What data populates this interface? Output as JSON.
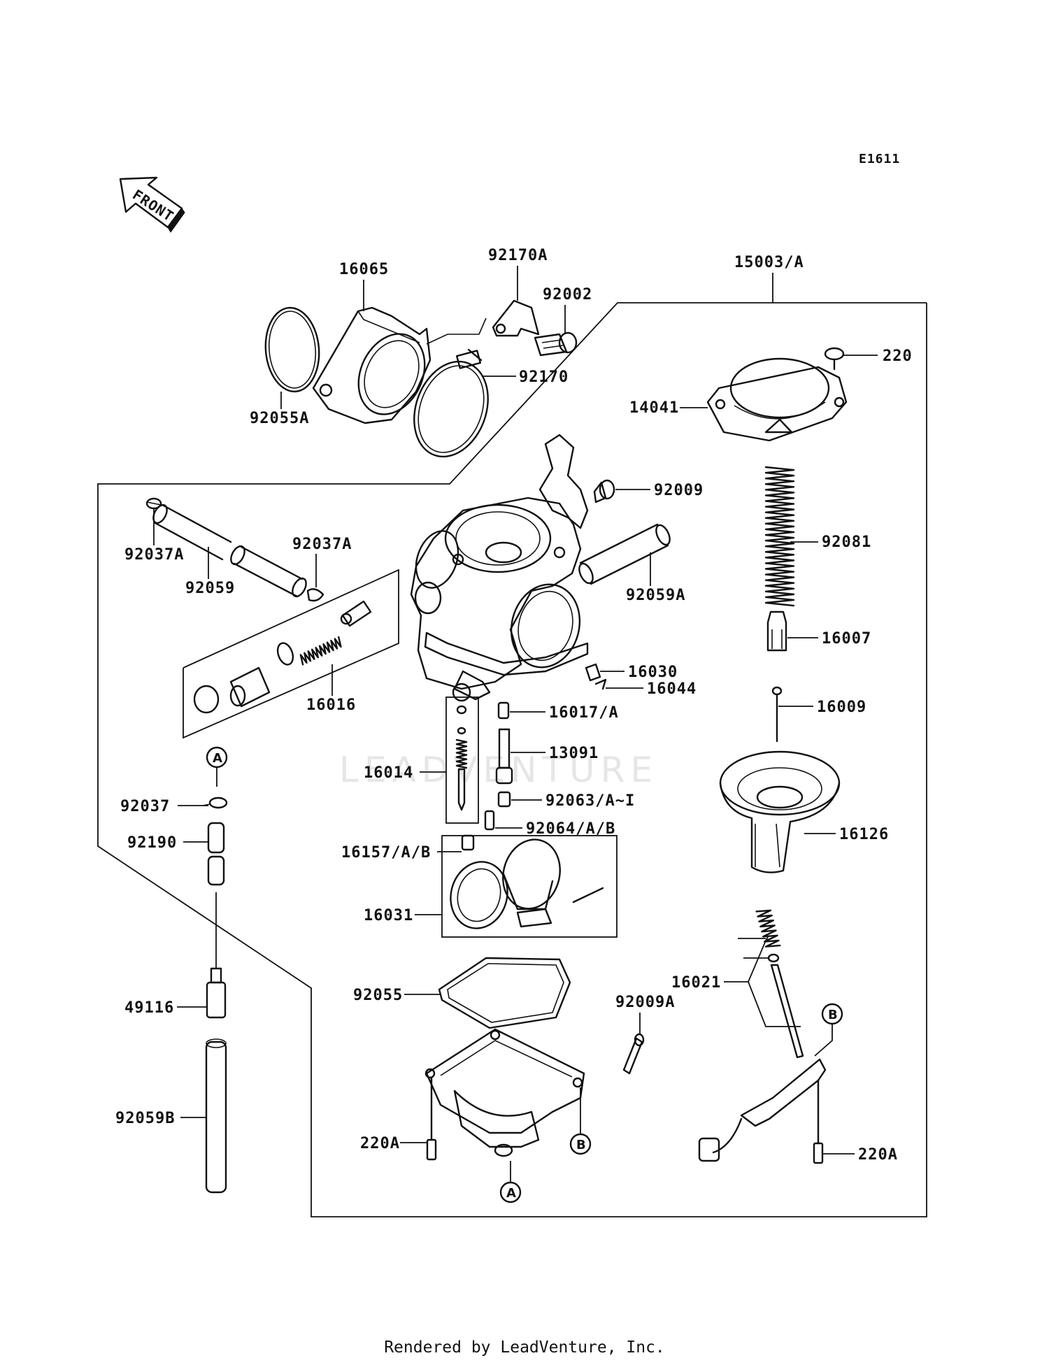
{
  "diagram_code": "E1611",
  "front_arrow_text": "FRONT",
  "watermark": "LEADVENTURE",
  "footer": "Rendered by LeadVenture, Inc.",
  "markers": {
    "a": "A",
    "b": "B"
  },
  "parts": {
    "p16065": "16065",
    "p92170A": "92170A",
    "p92002": "92002",
    "p15003A": "15003/A",
    "p220": "220",
    "p92055A": "92055A",
    "p92170": "92170",
    "p14041": "14041",
    "p92009": "92009",
    "p92037A_left": "92037A",
    "p92037A_right": "92037A",
    "p92059": "92059",
    "p92081": "92081",
    "p92059A": "92059A",
    "p16007": "16007",
    "p16030": "16030",
    "p16044": "16044",
    "p16016": "16016",
    "p16017A": "16017/A",
    "p16009": "16009",
    "p13091": "13091",
    "p16014": "16014",
    "p92037": "92037",
    "p92063": "92063/A~I",
    "p92190": "92190",
    "p92064": "92064/A/B",
    "p16126": "16126",
    "p16157": "16157/A/B",
    "p16031": "16031",
    "p16021": "16021",
    "p92055": "92055",
    "p92009A": "92009A",
    "p49116": "49116",
    "p92059B": "92059B",
    "p220A_left": "220A",
    "p220A_right": "220A"
  }
}
